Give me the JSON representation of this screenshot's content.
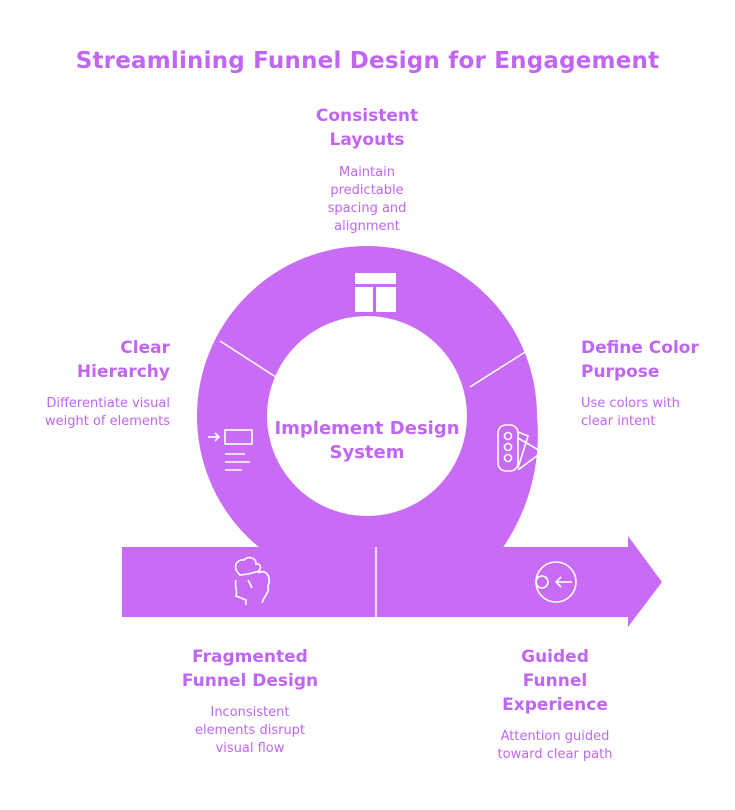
{
  "title": "Streamlining Funnel Design for Engagement",
  "center_label": {
    "line1": "Implement Design",
    "line2": "System"
  },
  "steps": {
    "consistent": {
      "title1": "Consistent",
      "title2": "Layouts",
      "desc": [
        "Maintain",
        "predictable",
        "spacing and",
        "alignment"
      ],
      "icon": "layout-grid-icon"
    },
    "hierarchy": {
      "title1": "Clear",
      "title2": "Hierarchy",
      "desc": [
        "Differentiate visual",
        "weight of elements"
      ],
      "icon": "hierarchy-list-icon"
    },
    "color": {
      "title1": "Define Color",
      "title2": "Purpose",
      "desc": [
        "Use colors with",
        "clear intent"
      ],
      "icon": "color-swatch-icon"
    },
    "fragmented": {
      "title1": "Fragmented",
      "title2": "Funnel Design",
      "desc": [
        "Inconsistent",
        "elements disrupt",
        "visual flow"
      ],
      "icon": "puzzle-head-icon"
    },
    "guided": {
      "title1": "Guided",
      "title2": "Funnel",
      "title3": "Experience",
      "desc": [
        "Attention guided",
        "toward clear path"
      ],
      "icon": "target-arrow-icon"
    }
  },
  "colors": {
    "accent": "#c166f2",
    "fill": "#c86cf6",
    "white": "#ffffff"
  }
}
